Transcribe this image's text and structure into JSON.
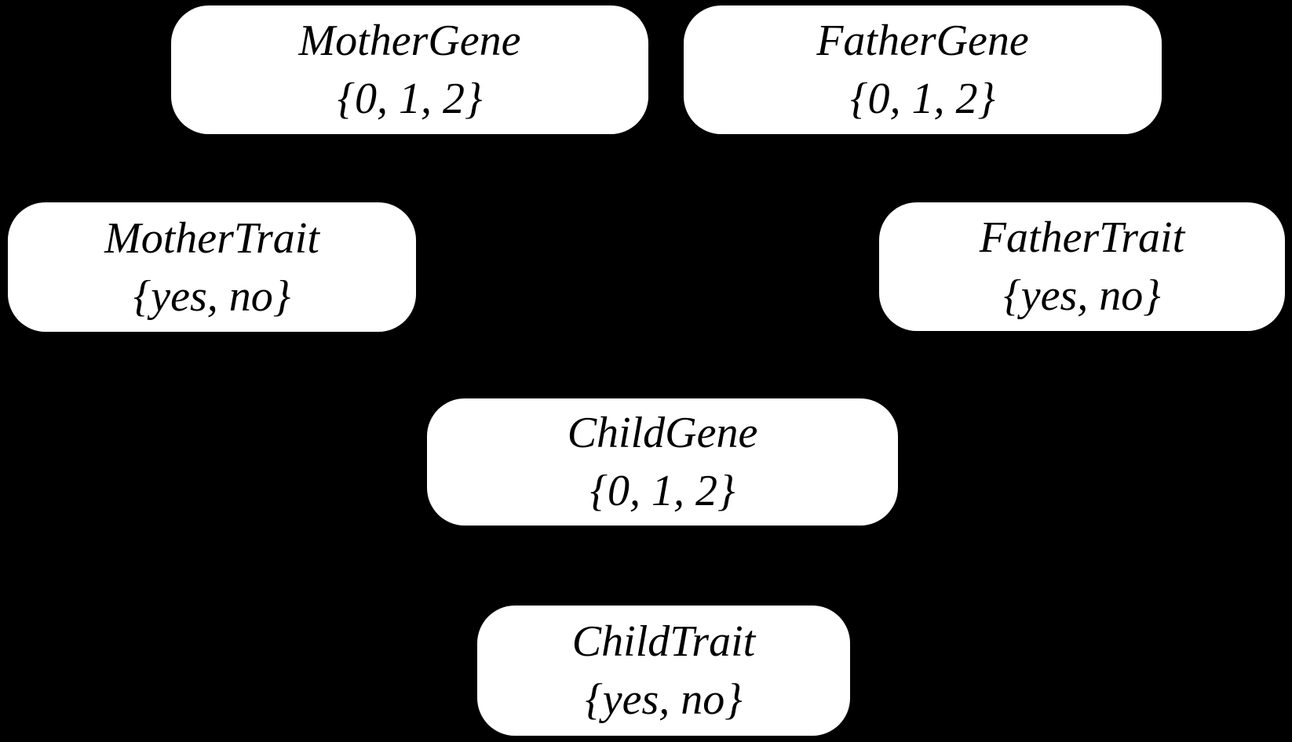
{
  "diagram": {
    "type": "bayesian-network",
    "colors": {
      "background": "#000000",
      "node_fill": "#ffffff",
      "node_text": "#000000"
    },
    "nodes": [
      {
        "id": "mother-gene",
        "name": "MotherGene",
        "domain": "{0, 1, 2}"
      },
      {
        "id": "father-gene",
        "name": "FatherGene",
        "domain": "{0, 1, 2}"
      },
      {
        "id": "mother-trait",
        "name": "MotherTrait",
        "domain": "{yes, no}"
      },
      {
        "id": "father-trait",
        "name": "FatherTrait",
        "domain": "{yes, no}"
      },
      {
        "id": "child-gene",
        "name": "ChildGene",
        "domain": "{0, 1, 2}"
      },
      {
        "id": "child-trait",
        "name": "ChildTrait",
        "domain": "{yes, no}"
      }
    ]
  }
}
